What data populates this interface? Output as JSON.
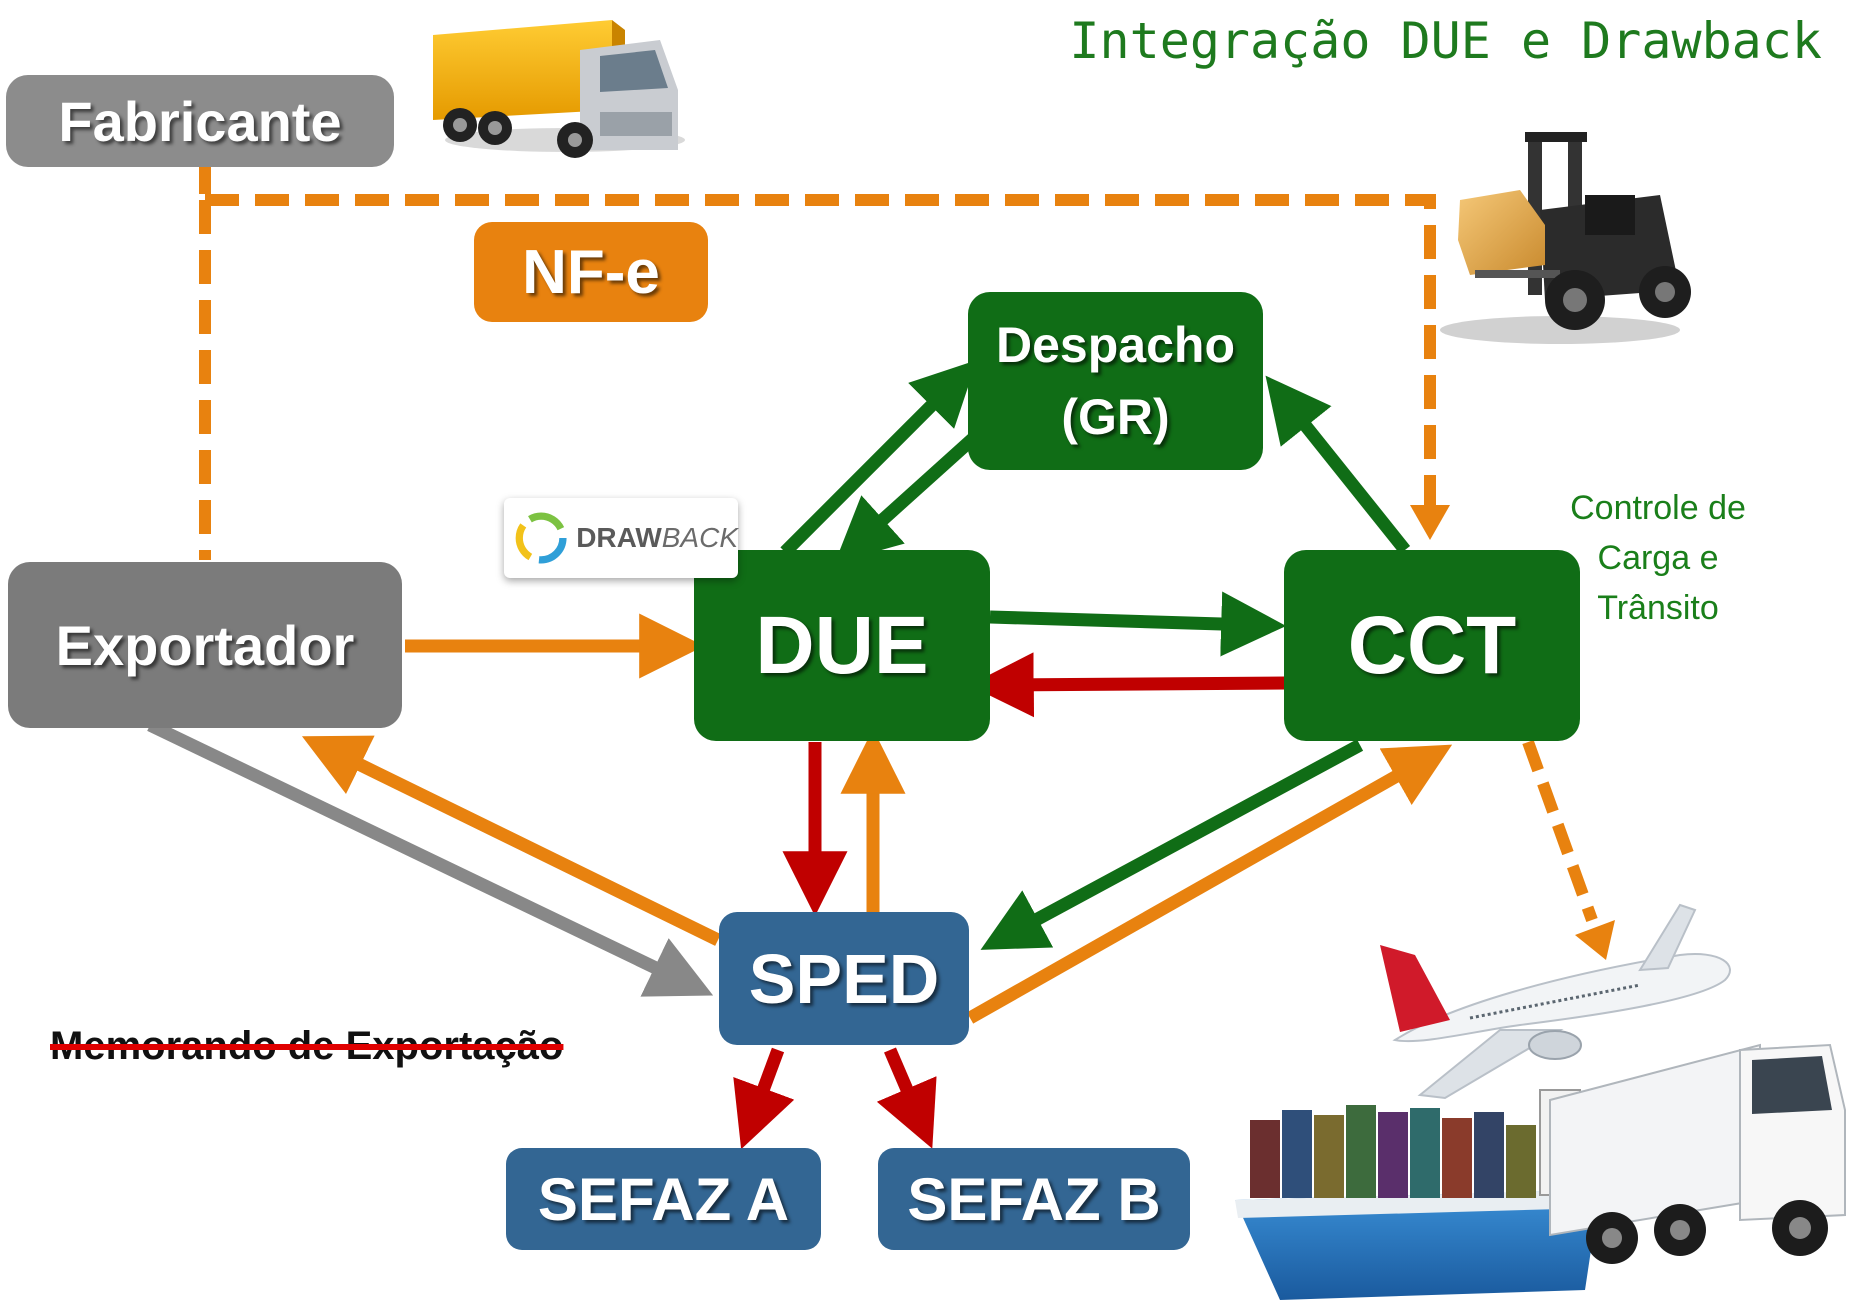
{
  "title": "Integração DUE e Drawback",
  "nodes": {
    "fabricante": "Fabricante",
    "nfe": "NF-e",
    "despacho_line1": "Despacho",
    "despacho_line2": "(GR)",
    "exportador": "Exportador",
    "due": "DUE",
    "cct": "CCT",
    "sped": "SPED",
    "sefaz_a": "SEFAZ A",
    "sefaz_b": "SEFAZ B"
  },
  "side_note": {
    "line1": "Controle de",
    "line2": "Carga e",
    "line3": "Trânsito"
  },
  "memo": "Memorando de Exportação",
  "logo": {
    "word_bold": "DRAW",
    "word_italic": "BACK"
  },
  "colors": {
    "green": "#106d16",
    "orange": "#e8820f",
    "red": "#c00000",
    "gray": "#888888",
    "blue": "#336693",
    "title_green": "#1e7a1e"
  },
  "icons": [
    "truck-icon",
    "forklift-icon",
    "airplane-icon",
    "cargo-ship-icon",
    "semi-truck-icon",
    "drawback-logo-icon"
  ]
}
